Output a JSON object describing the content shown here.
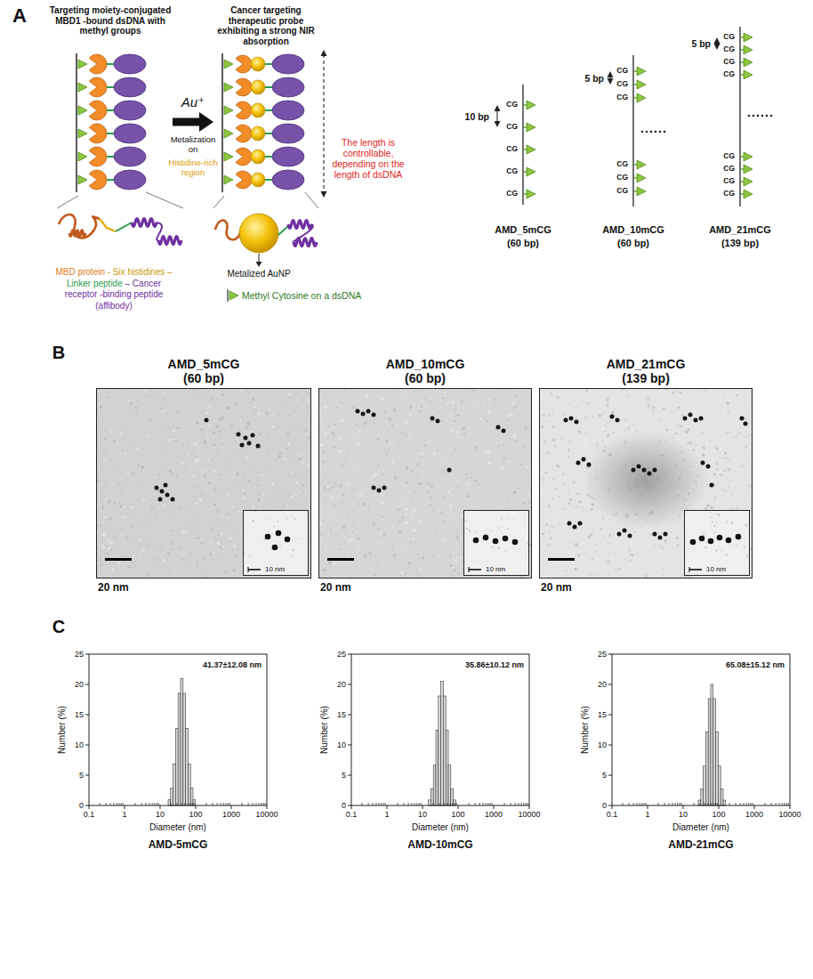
{
  "diagram": {
    "nodes": [
      {
        "text": [
          "Targeting moiety-conjugated MBD1 -bound dsDNA with methyl groups"
        ]
      },
      {
        "text": [
          "Cancer targeting therapeutic probe exhibiting a strong NIR absorption"
        ]
      },
      {
        "text": [
          "AMD_5mCG (60 bp)"
        ]
      },
      {
        "text": [
          "10 nm"
        ],
        "in": 2
      },
      {
        "text": [
          "AMD_10mCG (60 bp)"
        ]
      },
      {
        "text": [
          "10 nm"
        ],
        "in": 4
      },
      {
        "text": [
          "AMD_21mCG (139 bp)"
        ]
      },
      {
        "text": [
          "10 nm"
        ],
        "in": 6
      }
    ],
    "edges": [
      {
        "from": 0,
        "to": 1,
        "arrow": "to",
        "label": "Au⁺"
      }
    ],
    "labels": [
      "A",
      "Metalization on",
      "Histidine-rich region",
      "The length is controllable, depending on the length of dsDNA",
      "MBD protein",
      "- Six histidines –",
      "Linker peptide",
      "– Cancer receptor -binding peptide (affibody)",
      "Metalized AuNP",
      "10 bp",
      "CG",
      "CG",
      "CG",
      "CG",
      "CG",
      "5 bp",
      "CG",
      "CG",
      "CG",
      "CG",
      "CG",
      "CG",
      "5 bp",
      "CG",
      "CG",
      "CG",
      "CG",
      "CG",
      "CG",
      "CG",
      "CG",
      "AMD_5mCG",
      "(60 bp)",
      "AMD_10mCG",
      "(60 bp)",
      "AMD_21mCG",
      "(139 bp)",
      "B",
      "20 nm",
      "20 nm",
      "20 nm",
      "C",
      "Number (%)",
      "0",
      "5",
      "10",
      "15",
      "20",
      "25",
      "0.1",
      "1",
      "10",
      "100",
      "1000",
      "10000",
      "Diameter (nm)",
      "41.37±12.08 nm",
      "AMD-5mCG",
      "Number (%)",
      "0",
      "5",
      "10",
      "15",
      "20",
      "25",
      "0.1",
      "1",
      "10",
      "100",
      "1000",
      "10000",
      "Diameter (nm)",
      "35.86±10.12 nm",
      "AMD-10mCG",
      "Number (%)",
      "0",
      "5",
      "10",
      "15",
      "20",
      "25",
      "0.1",
      "1",
      "10",
      "100",
      "1000",
      "10000",
      "Diameter (nm)",
      "65.08±15.12 nm",
      "AMD-21mCG"
    ],
    "legend": [
      {
        "text": "Methyl Cytosine on a dsDNA"
      }
    ]
  }
}
